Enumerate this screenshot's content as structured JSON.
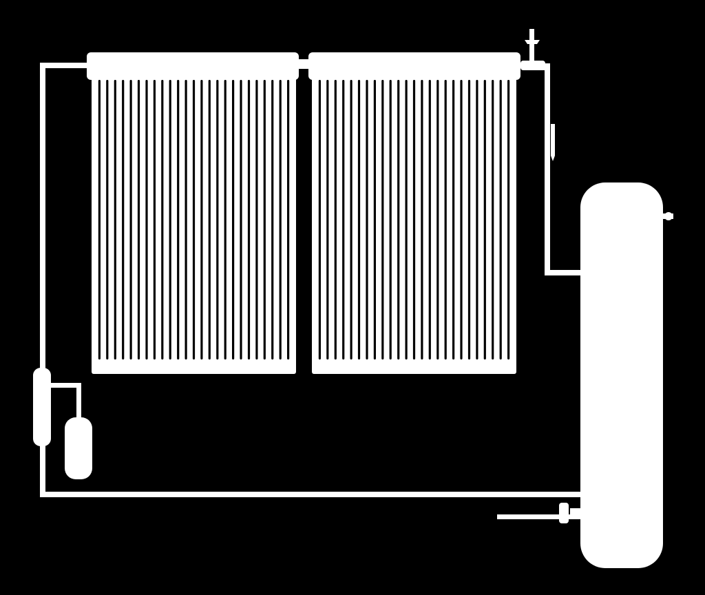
{
  "diagram": {
    "background_color": "#000000",
    "line_color": "#ffffff",
    "collector_panels": [
      {
        "id": "left",
        "tube_count": 26
      },
      {
        "id": "right",
        "tube_count": 26
      }
    ],
    "components": [
      "solar-collector-panel",
      "evacuated-tube",
      "header-manifold",
      "air-vent-valve",
      "temperature-sensor",
      "hot-water-storage-tank",
      "pump-station",
      "expansion-vessel",
      "return-pipe",
      "supply-pipe",
      "drain-valve"
    ]
  }
}
